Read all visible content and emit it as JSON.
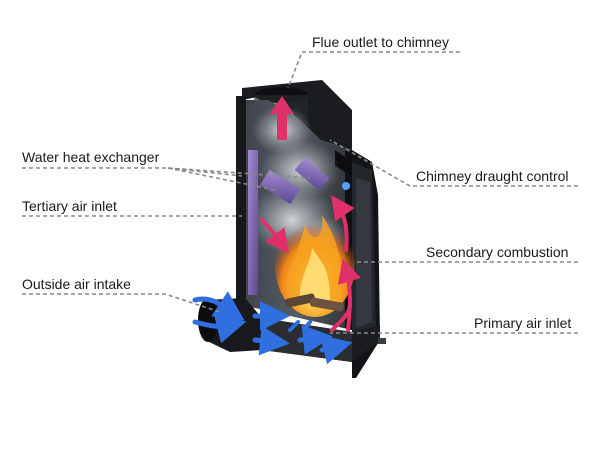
{
  "labels": {
    "flue_outlet": "Flue outlet to chimney",
    "water_heat_exchanger": "Water heat exchanger",
    "chimney_draught_control": "Chimney draught control",
    "tertiary_air_inlet": "Tertiary air inlet",
    "secondary_combustion": "Secondary combustion",
    "outside_air_intake": "Outside air intake",
    "primary_air_inlet": "Primary air inlet"
  },
  "colors": {
    "background": "#ffffff",
    "stove_body": "#1c1e22",
    "heat_exchanger": "#8a6fb8",
    "cold_air": "#2f6fe0",
    "warm_air": "#e0306a",
    "fire": "#f29a1c",
    "smoke": "#c9ccd0",
    "leader_line": "#8a8a8a",
    "label_text": "#1a1a1a"
  }
}
